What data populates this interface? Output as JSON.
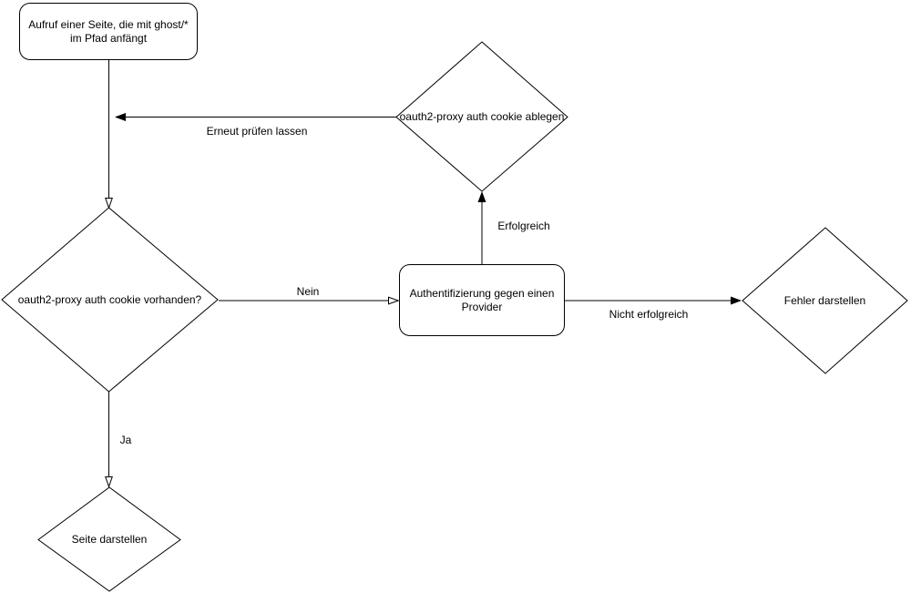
{
  "diagram": {
    "background_color": "#ffffff",
    "stroke_color": "#000000",
    "node_fill_color": "#ffffff",
    "text_color": "#000000",
    "nodes": {
      "start": {
        "label": "Aufruf einer Seite, die mit ghost/* im Pfad anfängt",
        "shape": "rounded-rectangle"
      },
      "cookie_check": {
        "label": "oauth2-proxy auth cookie vorhanden?",
        "shape": "diamond"
      },
      "cookie_store": {
        "label": "oauth2-proxy auth cookie ablegen",
        "shape": "diamond"
      },
      "auth_provider": {
        "label": "Authentifizierung gegen einen Provider",
        "shape": "rounded-rectangle"
      },
      "show_error": {
        "label": "Fehler darstellen",
        "shape": "diamond"
      },
      "show_page": {
        "label": "Seite darstellen",
        "shape": "diamond"
      }
    },
    "edges": {
      "start_to_cookie_check": {
        "label": "",
        "arrowhead": "open"
      },
      "cookie_store_to_recheck": {
        "label": "Erneut prüfen lassen",
        "arrowhead": "filled"
      },
      "cookie_check_to_auth_provider": {
        "label": "Nein",
        "arrowhead": "open"
      },
      "auth_provider_to_cookie_store": {
        "label": "Erfolgreich",
        "arrowhead": "filled"
      },
      "auth_provider_to_show_error": {
        "label": "Nicht erfolgreich",
        "arrowhead": "filled"
      },
      "cookie_check_to_show_page": {
        "label": "Ja",
        "arrowhead": "open"
      }
    }
  }
}
